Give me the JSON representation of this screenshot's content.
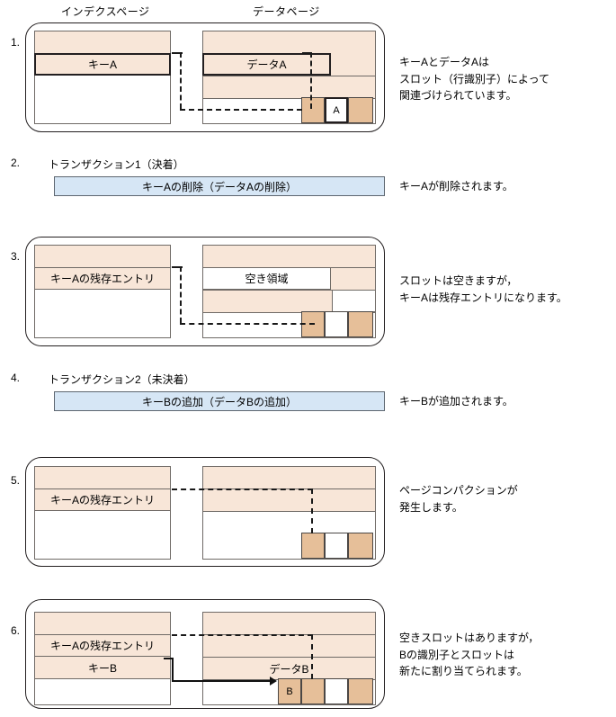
{
  "headers": {
    "index_page": "インデクスページ",
    "data_page": "データページ"
  },
  "labels": {
    "key_a": "キーA",
    "key_b": "キーB",
    "data_a": "データA",
    "data_b": "データB",
    "free_area": "空き領域",
    "residual_entry_a": "キーAの残存エントリ",
    "slot_a": "A",
    "slot_b": "B"
  },
  "steps": [
    {
      "num": "1.",
      "caption": "キーAとデータAは\nスロット（行識別子）によって\n関連づけられています。"
    },
    {
      "num": "2.",
      "tx_label": "トランザクション1（決着）",
      "tx_bar": "キーAの削除（データAの削除）",
      "caption": "キーAが削除されます。"
    },
    {
      "num": "3.",
      "caption": "スロットは空きますが，\nキーAは残存エントリになります。"
    },
    {
      "num": "4.",
      "tx_label": "トランザクション2（未決着）",
      "tx_bar": "キーBの追加（データBの追加）",
      "caption": "キーBが追加されます。"
    },
    {
      "num": "5.",
      "caption": "ページコンパクションが\n発生します。"
    },
    {
      "num": "6.",
      "caption": "空きスロットはありますが，\nBの識別子とスロットは\n新たに割り当てられます。"
    }
  ],
  "colors": {
    "peach": "#f8e6d8",
    "tan": "#e6bf99",
    "tx_blue": "#d6e6f5",
    "outline": "#231f20",
    "thin_outline": "#6f6a66"
  }
}
